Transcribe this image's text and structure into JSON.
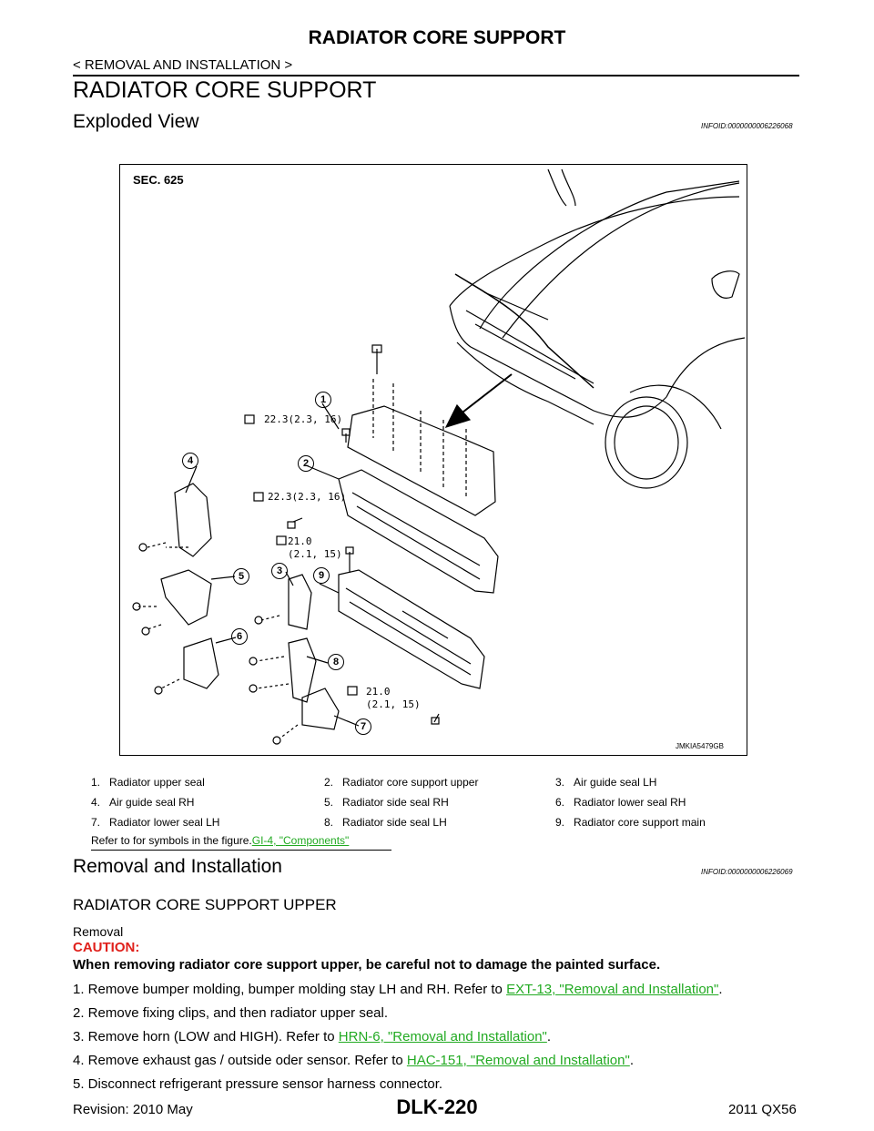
{
  "header": {
    "title": "RADIATOR CORE SUPPORT",
    "breadcrumb": "< REMOVAL AND INSTALLATION >"
  },
  "section_title": "RADIATOR CORE SUPPORT",
  "exploded_view": {
    "heading": "Exploded View",
    "infoid": "INFOID:0000000006226068"
  },
  "figure": {
    "sec_label": "SEC. 625",
    "figure_id": "JMKIA5479GB",
    "torques": {
      "t1": "22.3(2.3, 16)",
      "t2": "22.3(2.3, 16)",
      "t3a": "21.0",
      "t3b": "(2.1, 15)",
      "t4a": "21.0",
      "t4b": "(2.1, 15)"
    },
    "callouts": [
      "1",
      "2",
      "3",
      "4",
      "5",
      "6",
      "7",
      "8",
      "9"
    ]
  },
  "legend": {
    "items": [
      {
        "num": "1.",
        "text": "Radiator upper seal"
      },
      {
        "num": "2.",
        "text": "Radiator core support upper"
      },
      {
        "num": "3.",
        "text": "Air guide seal LH"
      },
      {
        "num": "4.",
        "text": "Air guide seal RH"
      },
      {
        "num": "5.",
        "text": "Radiator side seal RH"
      },
      {
        "num": "6.",
        "text": "Radiator lower seal RH"
      },
      {
        "num": "7.",
        "text": "Radiator lower seal LH"
      },
      {
        "num": "8.",
        "text": "Radiator side seal LH"
      },
      {
        "num": "9.",
        "text": "Radiator core support main"
      }
    ],
    "refer_text": "Refer to for symbols in the figure.",
    "refer_link": "GI-4, \"Components\""
  },
  "removal_installation": {
    "heading": "Removal and Installation",
    "infoid": "INFOID:0000000006226069",
    "subheading": "RADIATOR CORE SUPPORT UPPER",
    "removal_label": "Removal",
    "caution_label": "CAUTION:",
    "caution_text": "When removing radiator core support upper, be careful not to damage the painted surface.",
    "steps": [
      {
        "text": "1. Remove bumper molding, bumper molding stay LH and RH. Refer to ",
        "link": "EXT-13, \"Removal and Installation\"",
        "tail": "."
      },
      {
        "text": "2. Remove fixing clips, and then radiator upper seal.",
        "link": "",
        "tail": ""
      },
      {
        "text": "3. Remove horn (LOW and HIGH). Refer to ",
        "link": "HRN-6, \"Removal and Installation\"",
        "tail": "."
      },
      {
        "text": "4. Remove exhaust gas / outside oder sensor. Refer to ",
        "link": "HAC-151, \"Removal and Installation\"",
        "tail": "."
      },
      {
        "text": "5. Disconnect refrigerant pressure sensor harness connector.",
        "link": "",
        "tail": ""
      }
    ]
  },
  "footer": {
    "revision": "Revision: 2010 May",
    "doc_code": "DLK-220",
    "model": "2011 QX56"
  }
}
